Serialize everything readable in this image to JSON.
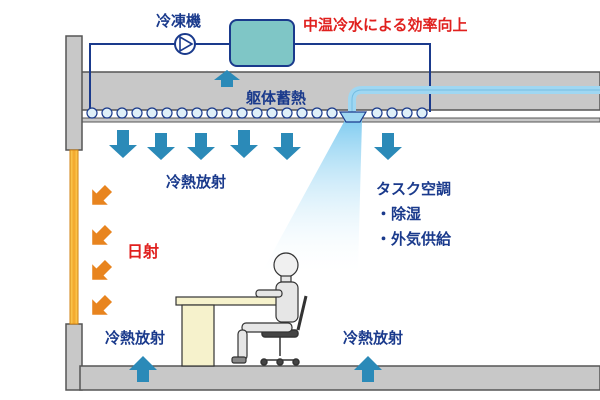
{
  "labels": {
    "chiller": "冷凍機",
    "efficiency": "中温冷水による効率向上",
    "thermal_storage": "躯体蓄熱",
    "radiant_ceiling": "冷熱放射",
    "task_ac_title": "タスク空調",
    "task_ac_item1": "・除湿",
    "task_ac_item2": "・外気供給",
    "solar": "日射",
    "radiant_floor_left": "冷熱放射",
    "radiant_floor_right": "冷熱放射"
  },
  "colors": {
    "structure_fill": "#c8c8c8",
    "structure_stroke": "#555555",
    "pipe": "#1a3a8c",
    "chiller_tank": "#7fc6c6",
    "cool_arrow": "#2b8ab8",
    "solar_arrow": "#e8841e",
    "window": "#f2a52a",
    "label_red": "#e0201e",
    "label_blue": "#1a3a8c",
    "task_beam": "#9fd7f2"
  }
}
